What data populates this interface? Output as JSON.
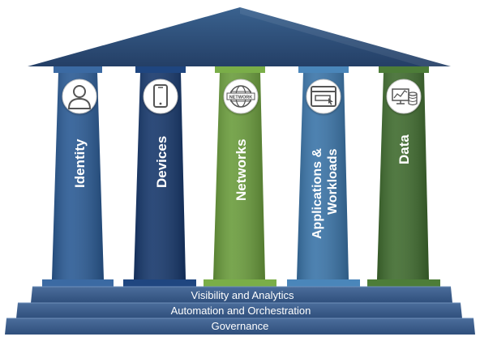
{
  "pillars": [
    {
      "label": "Identity",
      "icon": "person-icon",
      "color": "#2a5a94"
    },
    {
      "label": "Devices",
      "icon": "mobile-device-icon",
      "color": "#16376b"
    },
    {
      "label": "Networks",
      "icon": "network-globe-icon",
      "icon_text": "NETWORK",
      "color": "#6a9c3c"
    },
    {
      "label_line1": "Applications &",
      "label_line2": "Workloads",
      "icon": "application-window-icon",
      "color": "#3a74a8"
    },
    {
      "label": "Data",
      "icon": "data-analytics-icon",
      "color": "#3f6b2e"
    }
  ],
  "foundation": {
    "step1": "Visibility and Analytics",
    "step2": "Automation and Orchestration",
    "step3": "Governance"
  },
  "colors": {
    "roof": "#2c4f7c",
    "step": "#3d5f8e"
  }
}
